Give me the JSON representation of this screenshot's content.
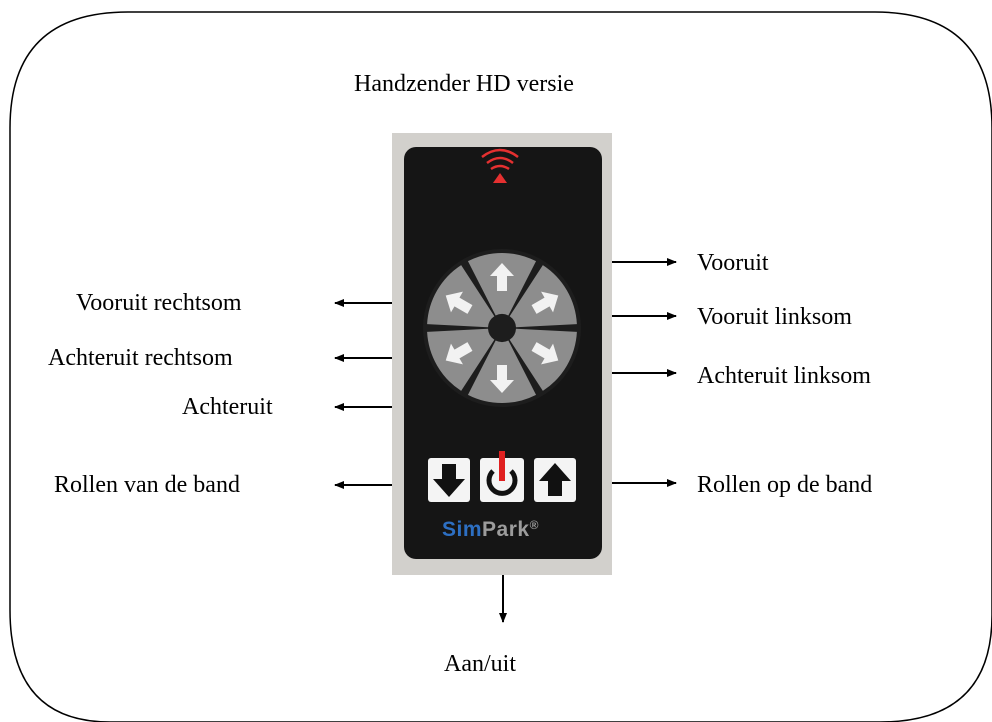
{
  "title": "Handzender HD versie",
  "brand": {
    "part1": "Sim",
    "part2": "Park",
    "mark": "®"
  },
  "colors": {
    "remote_face": "#151515",
    "remote_body": "#d2d0cc",
    "dpad_button": "#8d8d8d",
    "arrow": "#f2f2f2",
    "signal": "#e53030",
    "power_indicator": "#e02020",
    "brand_blue": "#2d6fc2"
  },
  "labels": {
    "forward": "Vooruit",
    "forward_right": "Vooruit  rechtsom",
    "forward_left": "Vooruit linksom",
    "reverse_right": "Achteruit rechtsom",
    "reverse_left": "Achteruit linksom",
    "reverse": "Achteruit",
    "unroll": "Rollen van de band",
    "roll_up": "Rollen op de band",
    "power": "Aan/uit"
  },
  "icons": [
    "signal-icon",
    "arrow-up-icon",
    "arrow-down-icon",
    "power-icon",
    "curved-arrow-icon"
  ]
}
